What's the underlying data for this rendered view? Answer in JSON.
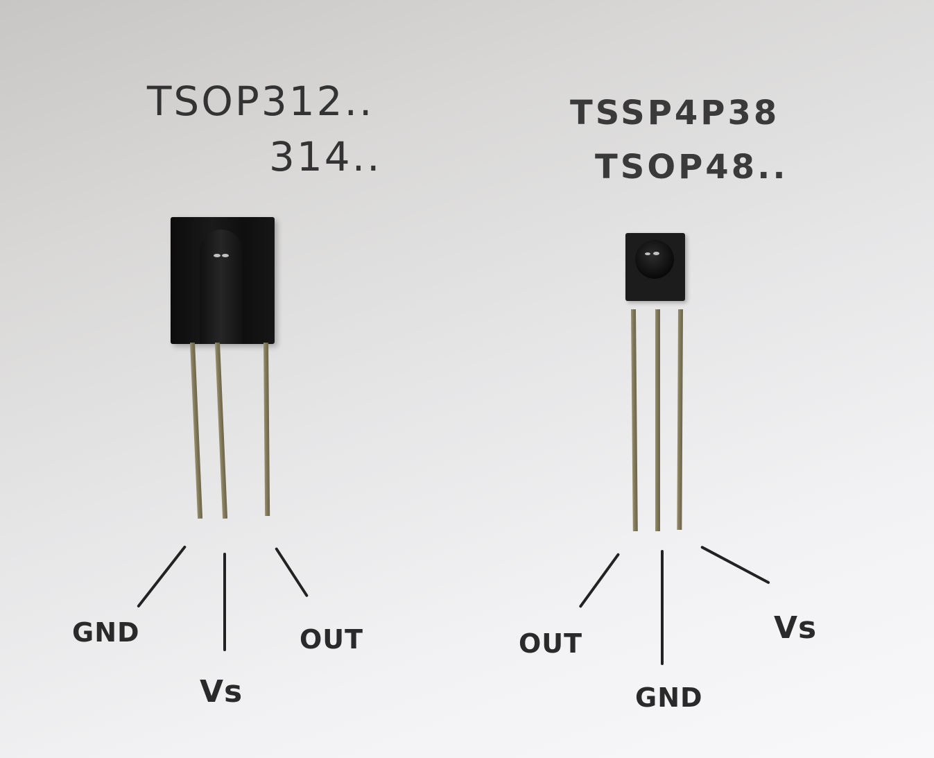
{
  "scene": {
    "description": "Two infrared receiver modules photographed on white paper with handwritten pinout labels",
    "background_color": "#e6e6e7"
  },
  "left_component": {
    "title_line1": "TSOP312..",
    "title_line2": "314..",
    "pins": [
      {
        "label": "GND"
      },
      {
        "label": "Vs"
      },
      {
        "label": "OUT"
      }
    ]
  },
  "right_component": {
    "title_line1": "TSSP4P38",
    "title_line2": "TSOP48..",
    "pins": [
      {
        "label": "OUT"
      },
      {
        "label": "GND"
      },
      {
        "label": "Vs"
      }
    ]
  }
}
